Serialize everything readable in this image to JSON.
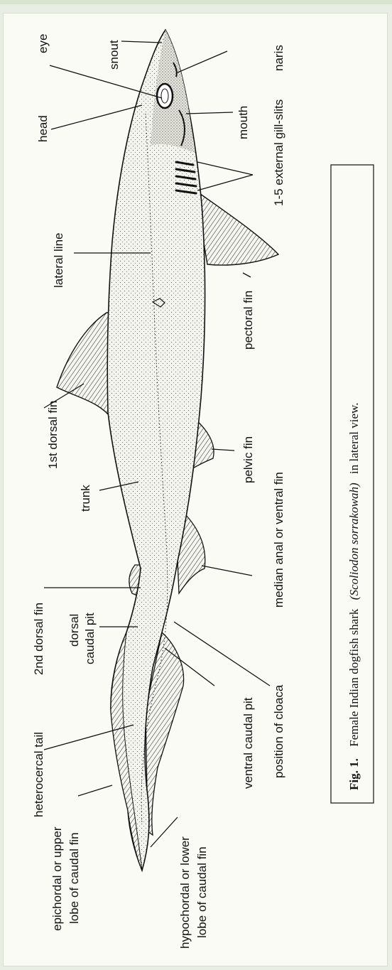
{
  "labels": {
    "snout": "snout",
    "eye": "eye",
    "naris": "naris",
    "head": "head",
    "mouth": "mouth",
    "gill_slits": "1-5 external gill-slits",
    "lateral_line": "lateral line",
    "pectoral_fin": "pectoral fin",
    "first_dorsal_fin": "1st dorsal fin",
    "trunk": "trunk",
    "pelvic_fin": "pelvic fin",
    "median_anal_fin": "median anal or ventral fin",
    "second_dorsal_fin": "2nd dorsal fin",
    "dorsal_caudal_pit_line1": "dorsal",
    "dorsal_caudal_pit_line2": "caudal pit",
    "position_of_cloaca": "position of cloaca",
    "ventral_caudal_pit": "ventral caudal pit",
    "heterocercal_tail": "heterocercal tail",
    "epichordal_line1": "epichordal or upper",
    "epichordal_line2": "lobe of caudal fin",
    "hypochordal_line1": "hypochordal or lower",
    "hypochordal_line2": "lobe of caudal fin"
  },
  "caption": {
    "fig_label": "Fig. 1.",
    "text_before": "Female Indian dogfish shark",
    "species": "(Scoliodon sorrakowah)",
    "text_after": "in lateral view."
  }
}
